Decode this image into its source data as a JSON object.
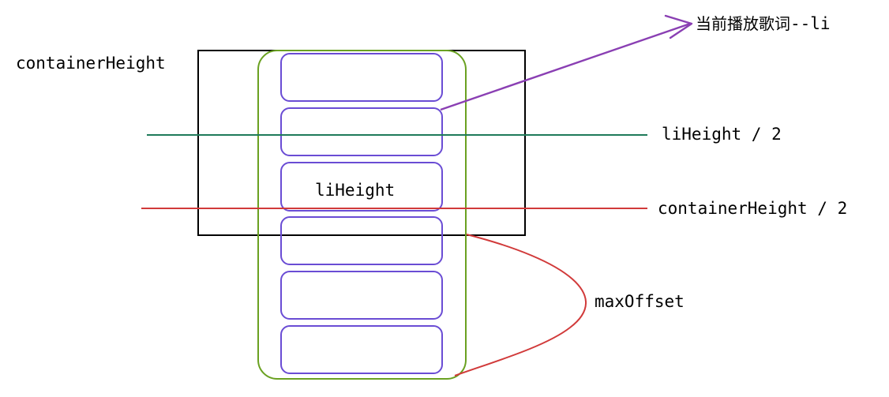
{
  "labels": {
    "container_height": "containerHeight",
    "current_lyric": "当前播放歌词",
    "current_lyric_suffix": "--li",
    "li_height_half": "liHeight / 2",
    "li_height": "liHeight",
    "container_height_half": "containerHeight / 2",
    "max_offset": "maxOffset"
  },
  "list_items_count": 6,
  "colors": {
    "container_border": "#000000",
    "list_border": "#6aa121",
    "item_border": "#6a4cd4",
    "pointer_arrow": "#8a3fb3",
    "li_height_half_line": "#1f7a5a",
    "container_height_half_line": "#d13a3a",
    "max_offset_curve": "#d13a3a"
  }
}
